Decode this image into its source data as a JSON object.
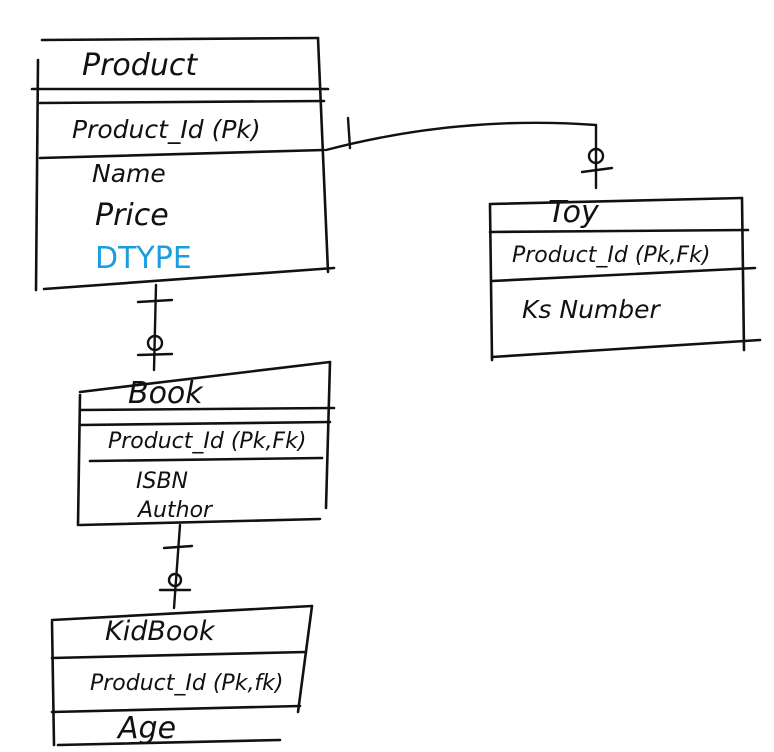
{
  "entities": {
    "product": {
      "title": "Product",
      "pk": "Product_Id (Pk)",
      "attrs": [
        "Name",
        "Price",
        "DTYPE"
      ]
    },
    "toy": {
      "title": "Toy",
      "pk": "Product_Id (Pk,Fk)",
      "attrs": [
        "Ks Number"
      ]
    },
    "book": {
      "title": "Book",
      "pk": "Product_Id (Pk,Fk)",
      "attrs": [
        "ISBN",
        "Author"
      ]
    },
    "kidbook": {
      "title": "KidBook",
      "pk": "Product_Id (Pk,fk)",
      "attrs": [
        "Age"
      ]
    }
  },
  "colors": {
    "ink": "#111111",
    "highlight": "#1a9ee0"
  }
}
